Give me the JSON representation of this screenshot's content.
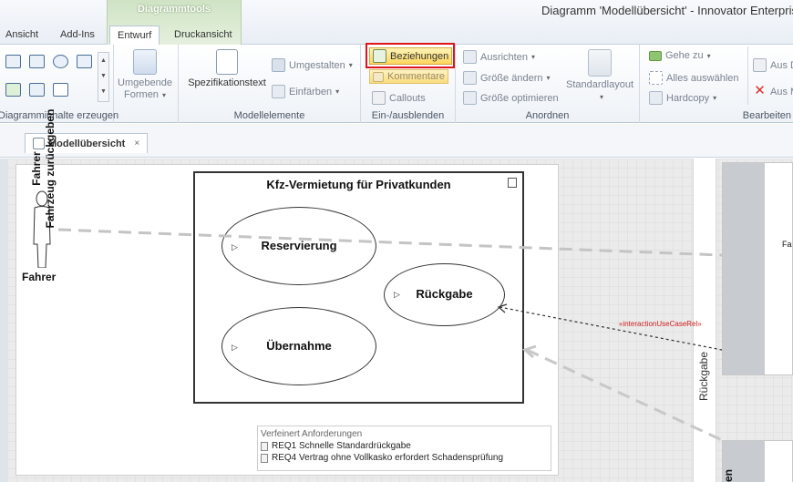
{
  "window": {
    "title": "Diagramm 'Modellübersicht' - Innovator Enterpris",
    "context_group": "Diagrammtools"
  },
  "tabs": [
    {
      "label": "Ansicht"
    },
    {
      "label": "Add-Ins"
    },
    {
      "label": "Entwurf",
      "active": true
    },
    {
      "label": "Druckansicht"
    }
  ],
  "ribbon": {
    "groups": {
      "diagramminhalte": "Diagramminhalte erzeugen",
      "modellelemente": "Modellelemente",
      "einausblenden": "Ein-/ausblenden",
      "anordnen": "Anordnen",
      "bearbeiten": "Bearbeiten"
    },
    "buttons": {
      "umgebende_formen_1": "Umgebende",
      "umgebende_formen_2": "Formen",
      "spezifikationstext": "Spezifikationstext",
      "umgestalten": "Umgestalten",
      "einfaerben": "Einfärben",
      "beziehungen": "Beziehungen",
      "kommentare": "Kommentare",
      "callouts": "Callouts",
      "ausrichten": "Ausrichten",
      "groesse_aendern": "Größe ändern",
      "groesse_optimieren": "Größe optimieren",
      "standardlayout": "Standardlayout",
      "gehe_zu": "Gehe zu",
      "alles_auswaehlen": "Alles auswählen",
      "hardcopy": "Hardcopy",
      "aus_d": "Aus D",
      "aus_m": "Aus M"
    },
    "colors": {
      "highlight": "#e0141b",
      "active_button": "#fcd75e"
    }
  },
  "document_tab": {
    "label": "Modellübersicht",
    "close": "×"
  },
  "diagram": {
    "system_title": "Kfz-Vermietung für Privatkunden",
    "use_cases": {
      "reservierung": "Reservierung",
      "rueckgabe": "Rückgabe",
      "uebernahme": "Übernahme"
    },
    "actor": "Fahrer",
    "edge_label": "«interactionUseCaseRel»",
    "requirements": {
      "title": "Verfeinert Anforderungen",
      "items": [
        "REQ1 Schnelle Standardrückgabe",
        "REQ4 Vertrag ohne Vollkasko erfordert Schadensprüfung"
      ]
    },
    "lane_header_line1": "Fahrer",
    "lane_header_line2": "Fahrzeug zurückgeben",
    "lane_fragment": "Fa",
    "lane_vertical_label": "Rückgabe",
    "lane2_fragment": "en"
  }
}
